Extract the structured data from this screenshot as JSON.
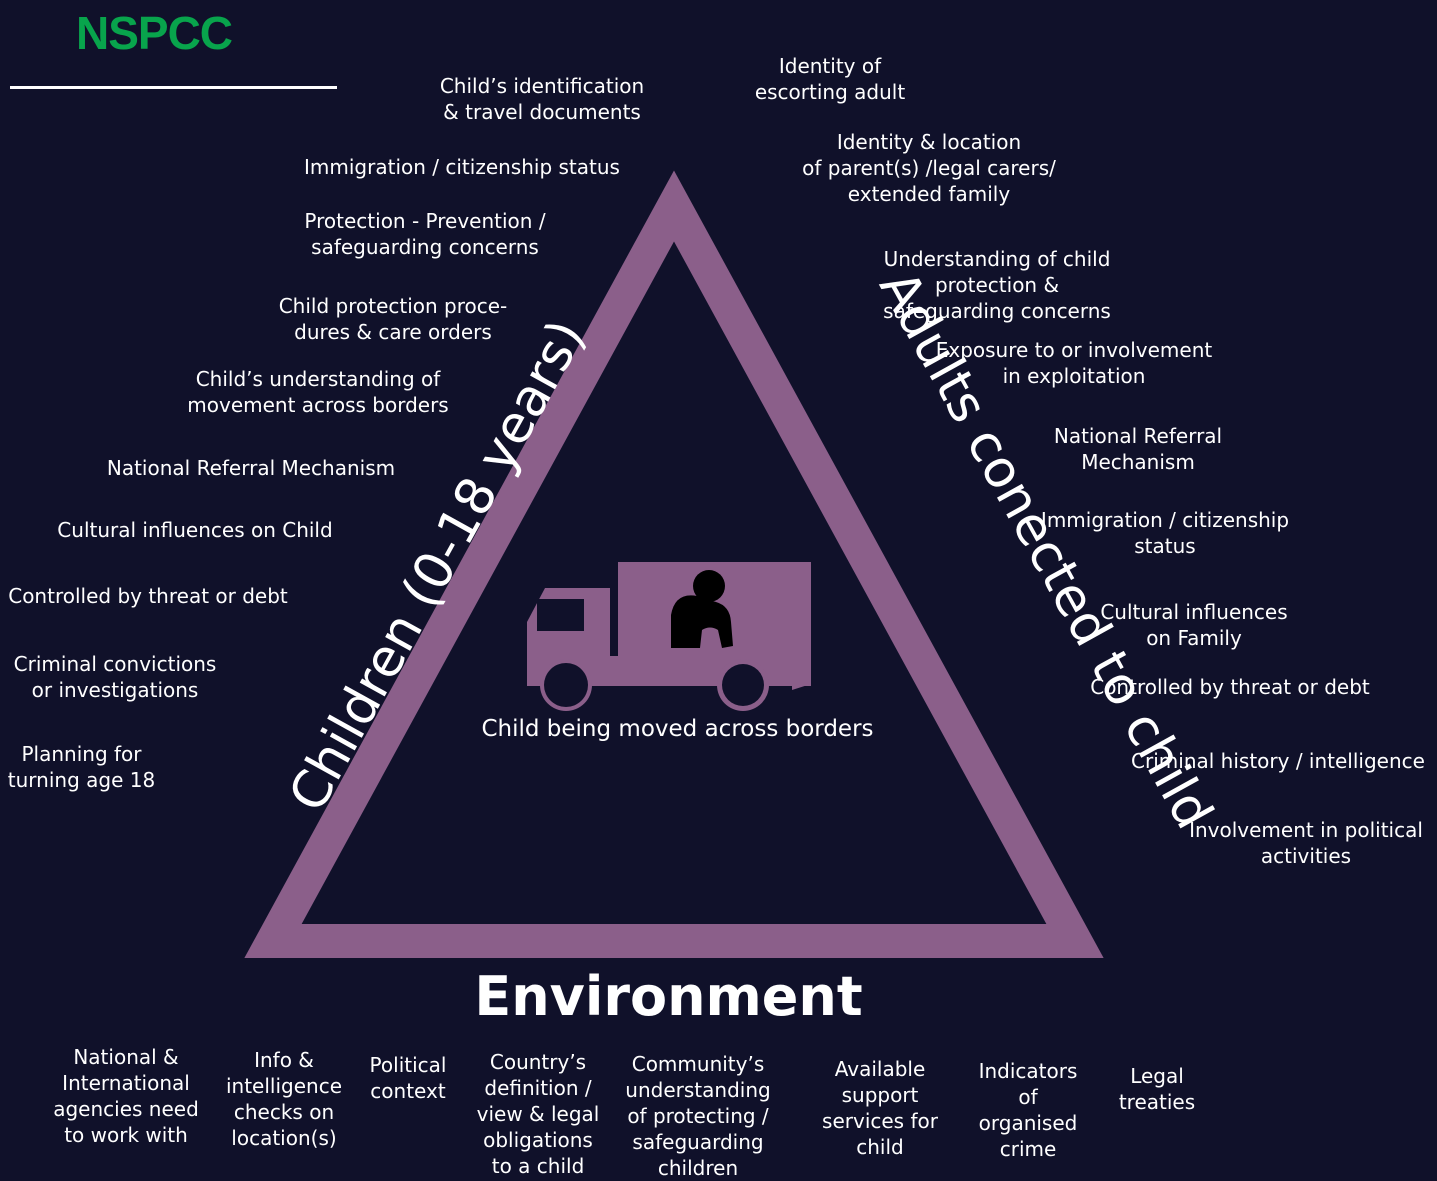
{
  "logo": "NSPCC",
  "colors": {
    "triangle": "#8b5f8a",
    "background": "#10112a",
    "logo": "#08a44c"
  },
  "sides": {
    "left": "Children (0-18 years)",
    "right": "Adults conected to child",
    "bottom": "Environment"
  },
  "center": {
    "icon": "truck-child-icon",
    "caption": "Child being moved across borders"
  },
  "children_factors": [
    "Child’s identification\n& travel documents",
    "Immigration / citizenship status",
    "Protection - Prevention /\nsafeguarding concerns",
    "Child protection proce-\ndures & care orders",
    "Child’s understanding of\nmovement across borders",
    "National Referral Mechanism",
    "Cultural influences on Child",
    "Controlled by threat or debt",
    "Criminal convictions\nor investigations",
    "Planning for\nturning age 18"
  ],
  "adult_factors": [
    "Identity of\nescorting adult",
    "Identity & location\nof parent(s) /legal carers/\nextended family",
    "Understanding of child\nprotection &\nsafeguarding concerns",
    "Exposure to or involvement\nin exploitation",
    "National Referral\nMechanism",
    "Immigration / citizenship\nstatus",
    "Cultural influences\non Family",
    "Controlled by threat or debt",
    "Criminal history / intelligence",
    "Involvement in political\nactivities"
  ],
  "environment_factors": [
    "National &\nInternational\nagencies need\nto work with",
    "Info &\nintelligence\nchecks on\nlocation(s)",
    "Political\ncontext",
    "Country’s\ndefinition /\nview & legal\nobligations\nto a child",
    "Community’s\nunderstanding\nof protecting /\nsafeguarding\nchildren",
    "Available\nsupport\nservices for\nchild",
    "Indicators\nof\norganised\ncrime",
    "Legal\ntreaties"
  ]
}
